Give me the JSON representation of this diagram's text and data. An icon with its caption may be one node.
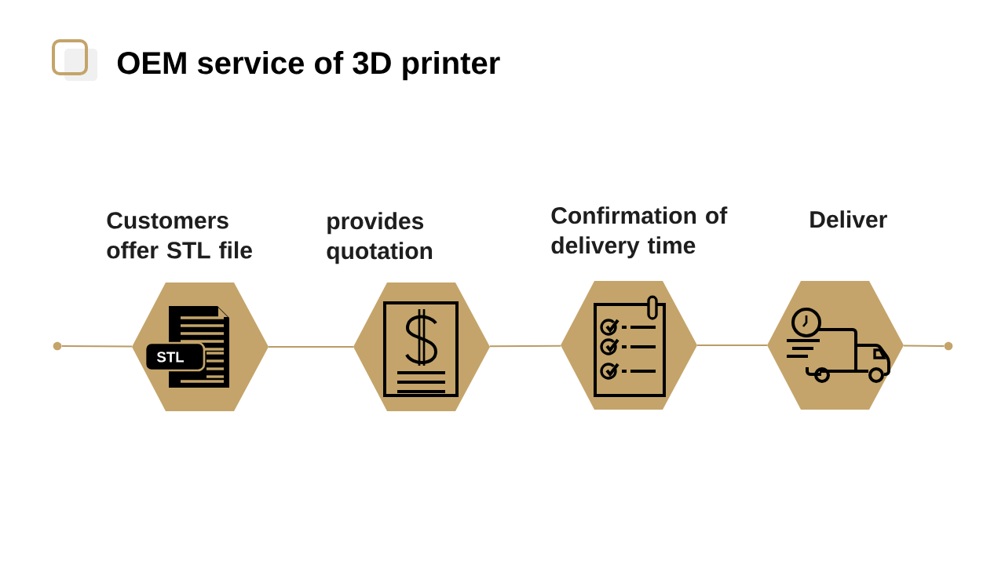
{
  "diagram": {
    "title": "OEM service of 3D printer",
    "nodes": [
      {
        "text": [],
        "shape": "circle"
      },
      {
        "text": [
          "Customers offer STL file",
          "STL"
        ]
      },
      {
        "text": [
          "provides quotation"
        ]
      },
      {
        "text": [
          "Confirmation of delivery time"
        ]
      },
      {
        "text": [
          "Deliver"
        ]
      },
      {
        "text": [],
        "shape": "circle"
      }
    ],
    "edges": [
      {
        "from": 0,
        "to": 1,
        "arrow": "none"
      },
      {
        "from": 1,
        "to": 2,
        "arrow": "none"
      },
      {
        "from": 2,
        "to": 3,
        "arrow": "none"
      },
      {
        "from": 3,
        "to": 4,
        "arrow": "none"
      },
      {
        "from": 4,
        "to": 5,
        "arrow": "none"
      }
    ]
  }
}
